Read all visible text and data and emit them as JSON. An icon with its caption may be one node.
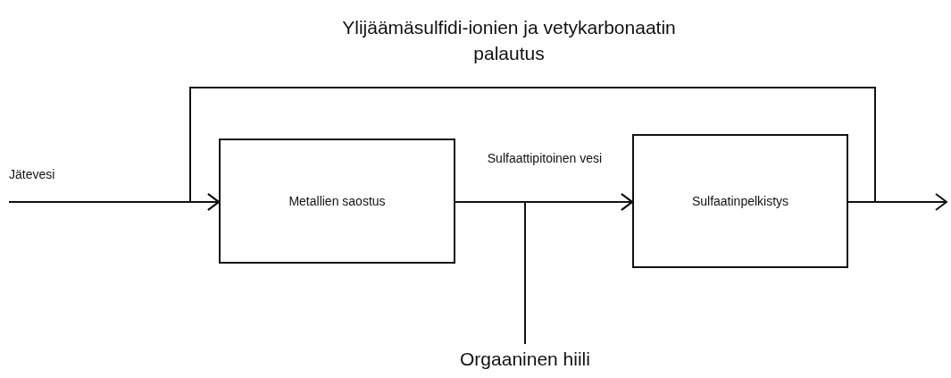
{
  "diagram": {
    "nodes": [
      {
        "text": [
          "Metallien saostus"
        ]
      },
      {
        "text": [
          "Sulfaatinpelkistys"
        ]
      },
      {
        "text": [
          "Orgaaninen hiili"
        ]
      }
    ],
    "edges": [
      {
        "from": null,
        "to": 0,
        "arrow": "to",
        "label": "Jätevesi"
      },
      {
        "from": 0,
        "to": 1,
        "arrow": "to",
        "label": "Sulfaattipitoinen vesi"
      },
      {
        "from": 1,
        "to": null,
        "arrow": "to"
      },
      {
        "from": 1,
        "to": 0,
        "arrow": "to",
        "label": "Ylijäämäsulfidi-ionien ja vetykarbonaatin palautus"
      },
      {
        "from": 2,
        "to": 1,
        "arrow": "to"
      }
    ]
  }
}
